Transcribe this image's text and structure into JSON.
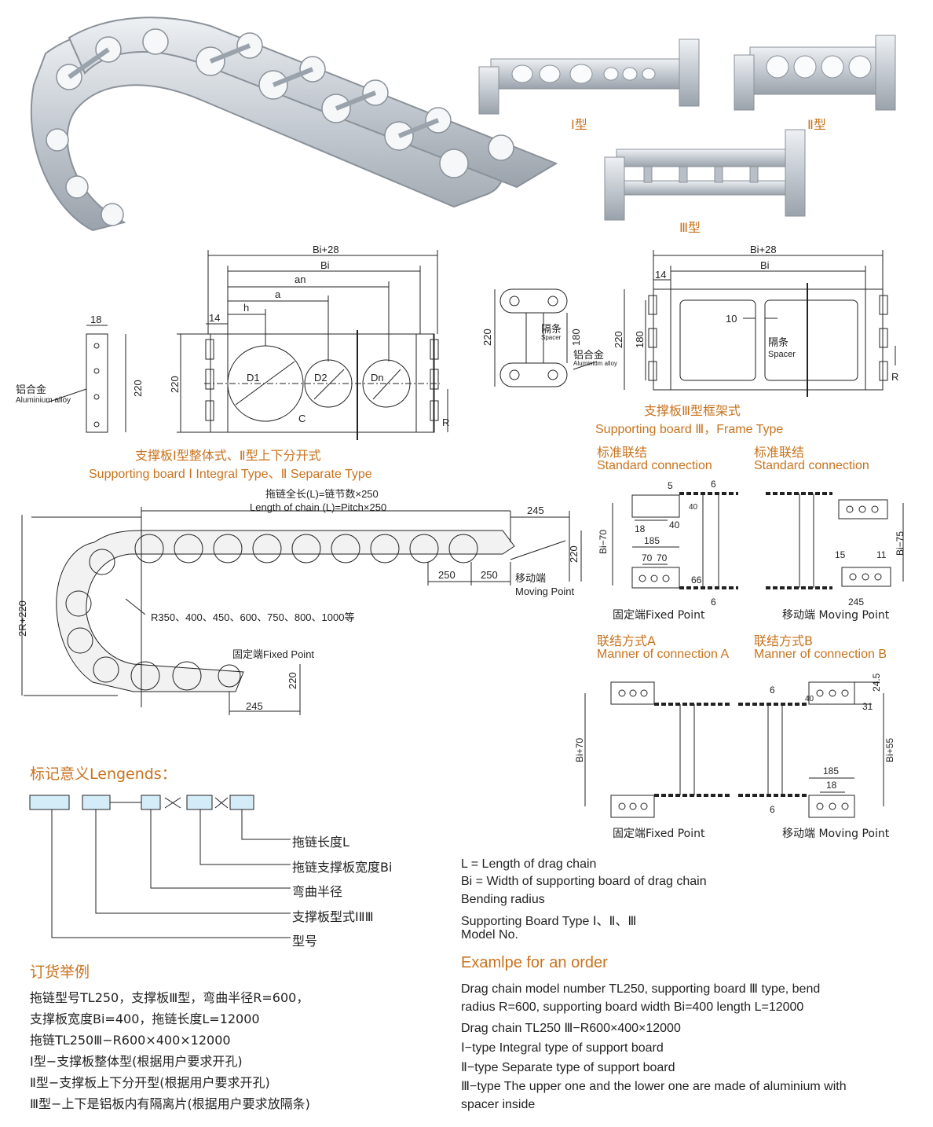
{
  "photos": {
    "types": [
      "Ⅰ型",
      "Ⅱ型",
      "Ⅲ型"
    ]
  },
  "drawing_integral": {
    "side_labels": {
      "w18": "18",
      "h220": "220",
      "material_cn": "铝合金",
      "material_en": "Aluminium alloy"
    },
    "dims": {
      "bi28": "Bi+28",
      "bi": "Bi",
      "an": "an",
      "a": "a",
      "h": "h",
      "d14": "14",
      "h220": "220",
      "d1": "D1",
      "d2": "D2",
      "dn": "Dn",
      "c": "C",
      "r": "R"
    },
    "caption_cn": "支撑板Ⅰ型整体式、Ⅱ型上下分开式",
    "caption_en": "Supporting board Ⅰ Integral Type、Ⅱ Separate Type"
  },
  "drawing_spacer": {
    "h220": "220",
    "h180": "180",
    "spacer_cn": "隔条",
    "spacer_en": "Spacer",
    "material_cn": "铝合金",
    "material_en": "Aluminium alloy"
  },
  "drawing_frame": {
    "dims": {
      "bi28": "Bi+28",
      "bi": "Bi",
      "d14": "14",
      "h220": "220",
      "h180": "180",
      "d10": "10",
      "r": "R"
    },
    "spacer_cn": "隔条",
    "spacer_en": "Spacer",
    "caption_cn": "支撑板Ⅲ型框架式",
    "caption_en": "Supporting board Ⅲ，Frame Type"
  },
  "drawing_chain": {
    "length_cn": "拖链全长(L)=链节数×250",
    "length_en": "Length of chain (L)=Pitch×250",
    "d245a": "245",
    "d220a": "220",
    "d250a": "250",
    "d250b": "250",
    "moving_cn": "移动端",
    "moving_en": "Moving Point",
    "radius": "R350、400、450、600、750、800、1000等",
    "fixed": "固定端Fixed Point",
    "d2r": "2R+220",
    "d220b": "220",
    "d245b": "245"
  },
  "connections": {
    "standard_cn": "标准联结",
    "standard_en": "Standard connection",
    "std_dims": {
      "d5": "5",
      "d6a": "6",
      "d40a": "40",
      "d18": "18",
      "d40b": "40",
      "d185": "185",
      "d70a": "70",
      "d70b": "70",
      "d66": "66",
      "d6b": "6",
      "bi70": "Bi−70",
      "bi75": "Bi−75",
      "d15": "15",
      "d11": "11",
      "d245": "245"
    },
    "fixed_label": "固定端Fixed Point",
    "moving_label": "移动端 Moving Point",
    "a_cn": "联结方式A",
    "a_en": "Manner of connection A",
    "b_cn": "联结方式B",
    "b_en": "Manner of connection B",
    "ab_dims": {
      "bi70": "Bi+70",
      "d6a": "6",
      "d6b": "6",
      "d40": "40",
      "d245": "24.5",
      "d31": "31",
      "bi55": "Bi+55",
      "d185": "185",
      "d18": "18"
    }
  },
  "legend": {
    "title": "标记意义Lengends：",
    "items": [
      "拖链长度L",
      "拖链支撑板宽度Bi",
      "弯曲半径",
      "支撑板型式ⅠⅡⅢ",
      "型号"
    ],
    "en_items": [
      "L = Length of drag chain",
      "Bi = Width of supporting board of drag chain",
      "Bending radius",
      "Supporting Board Type Ⅰ、Ⅱ、Ⅲ",
      "Model No."
    ]
  },
  "order_cn": {
    "title": "订货举例",
    "lines": [
      "拖链型号TL250，支撑板Ⅲ型，弯曲半径R=600，",
      "支撑板宽度Bi=400，拖链长度L=12000",
      "拖链TL250Ⅲ−R600×400×12000",
      "Ⅰ型−支撑板整体型(根据用户要求开孔)",
      "Ⅱ型−支撑板上下分开型(根据用户要求开孔)",
      "Ⅲ型−上下是铝板内有隔离片(根据用户要求放隔条)"
    ]
  },
  "order_en": {
    "title": "Examlpe for an order",
    "lines": [
      "Drag chain model number TL250, supporting board Ⅲ type, bend",
      "radius R=600, supporting board width Bi=400 length L=12000",
      "Drag chain TL250 Ⅲ−R600×400×12000",
      "Ⅰ−type Integral type of support board",
      "Ⅱ−type Separate type of support board",
      "Ⅲ−type The upper one and the lower one are made of aluminium with",
      "spacer inside"
    ]
  },
  "colors": {
    "accent": "#c8731e",
    "line": "#222222",
    "metal": "#c9ced4"
  }
}
